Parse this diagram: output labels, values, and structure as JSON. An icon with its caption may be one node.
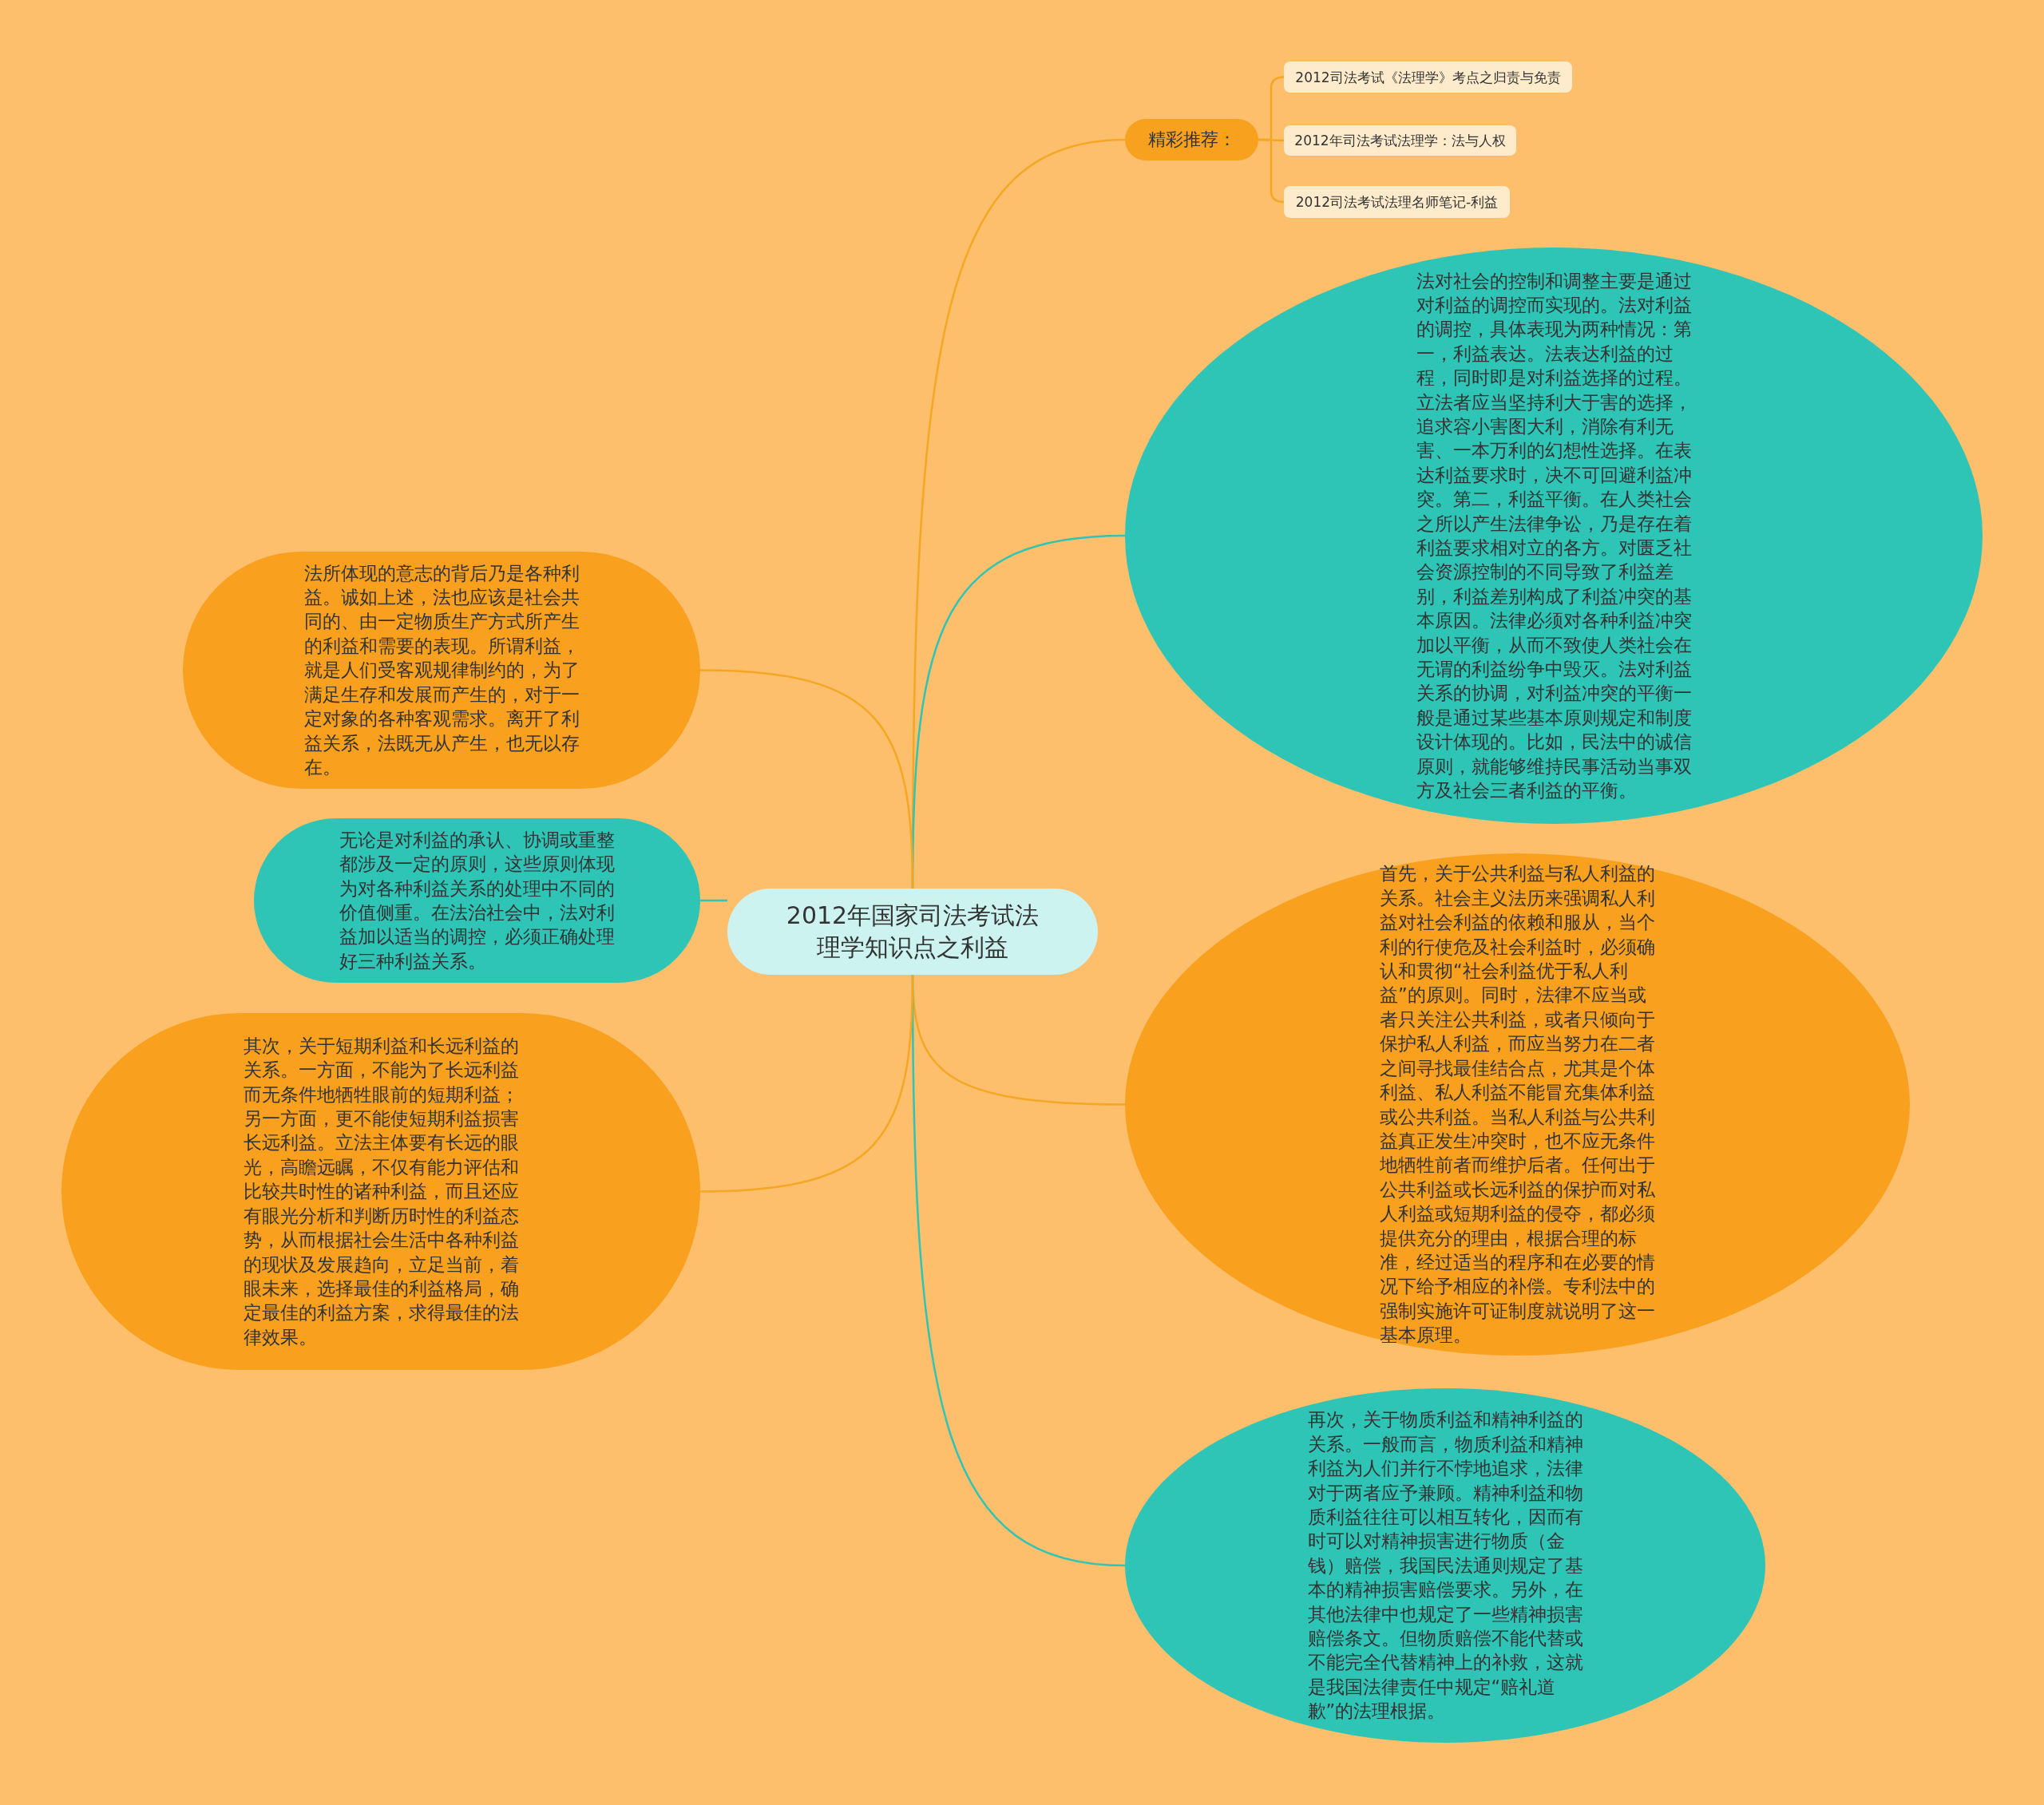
{
  "diagram": {
    "nodes": [
      {
        "text": [
          "2012年国家司法考试法理学知识点之利益"
        ]
      },
      {
        "text": [
          "精彩推荐："
        ]
      },
      {
        "text": [
          "2012司法考试《法理学》考点之归责与免责"
        ]
      },
      {
        "text": [
          "2012年司法考试法理学：法与人权"
        ]
      },
      {
        "text": [
          "2012司法考试法理名师笔记-利益"
        ]
      },
      {
        "text": [
          "法对社会的控制和调整主要是通过对利益的调控而实现的。法对利益的调控，具体表现为两种情况：第一，利益表达。法表达利益的过程，同时即是对利益选择的过程。立法者应当坚持利大于害的选择，追求容小害图大利，消除有利无害、一本万利的幻想性选择。在表达利益要求时，决不可回避利益冲突。第二，利益平衡。在人类社会之所以产生法律争讼，乃是存在着利益要求相对立的各方。对匮乏社会资源控制的不同导致了利益差别，利益差别构成了利益冲突的基本原因。法律必须对各种利益冲突加以平衡，从而不致使人类社会在无谓的利益纷争中毁灭。法对利益关系的协调，对利益冲突的平衡一般是通过某些基本原则规定和制度设计体现的。比如，民法中的诚信原则，就能够维持民事活动当事双方及社会三者利益的平衡。"
        ]
      },
      {
        "text": [
          "首先，关于公共利益与私人利益的关系。社会主义法历来强调私人利益对社会利益的依赖和服从，当个利的行使危及社会利益时，必须确认和贯彻“社会利益优于私人利益”的原则。同时，法律不应当或者只关注公共利益，或者只倾向于保护私人利益，而应当努力在二者之间寻找最佳结合点，尤其是个体利益、私人利益不能冒充集体利益或公共利益。当私人利益与公共利益真正发生冲突时，也不应无条件地牺牲前者而维护后者。任何出于公共利益或长远利益的保护而对私人利益或短期利益的侵夺，都必须提供充分的理由，根据合理的标准，经过适当的程序和在必要的情况下给予相应的补偿。专利法中的强制实施许可证制度就说明了这一基本原理。"
        ]
      },
      {
        "text": [
          "再次，关于物质利益和精神利益的关系。一般而言，物质利益和精神利益为人们并行不悖地追求，法律对于两者应予兼顾。精神利益和物质利益往往可以相互转化，因而有时可以对精神损害进行物质（金钱）赔偿，我国民法通则规定了基本的精神损害赔偿要求。另外，在其他法律中也规定了一些精神损害赔偿条文。但物质赔偿不能代替或不能完全代替精神上的补救，这就是我国法律责任中规定“赔礼道歉”的法理根据。"
        ]
      },
      {
        "text": [
          "法所体现的意志的背后乃是各种利益。诚如上述，法也应该是社会共同的、由一定物质生产方式所产生的利益和需要的表现。所谓利益，就是人们受客观规律制约的，为了满足生存和发展而产生的，对于一定对象的各种客观需求。离开了利益关系，法既无从产生，也无以存在。"
        ]
      },
      {
        "text": [
          "无论是对利益的承认、协调或重整都涉及一定的原则，这些原则体现为对各种利益关系的处理中不同的价值侧重。在法治社会中，法对利益加以适当的调控，必须正确处理好三种利益关系。"
        ]
      },
      {
        "text": [
          "其次，关于短期利益和长远利益的关系。一方面，不能为了长远利益而无条件地牺牲眼前的短期利益；另一方面，更不能使短期利益损害长远利益。立法主体要有长远的眼光，高瞻远瞩，不仅有能力评估和比较共时性的诸种利益，而且还应有眼光分析和判断历时性的利益态势，从而根据社会生活中各种利益的现状及发展趋向，立足当前，着眼未来，选择最佳的利益格局，确定最佳的利益方案，求得最佳的法律效果。"
        ]
      }
    ],
    "edges": [
      {
        "from": 0,
        "to": 1,
        "arrow": "none"
      },
      {
        "from": 1,
        "to": 2,
        "arrow": "none"
      },
      {
        "from": 1,
        "to": 3,
        "arrow": "none"
      },
      {
        "from": 1,
        "to": 4,
        "arrow": "none"
      },
      {
        "from": 0,
        "to": 5,
        "arrow": "none",
        "color": "#2ec4b6"
      },
      {
        "from": 0,
        "to": 6,
        "arrow": "none"
      },
      {
        "from": 0,
        "to": 7,
        "arrow": "none",
        "color": "#2ec4b6"
      },
      {
        "from": 0,
        "to": 8,
        "arrow": "none"
      },
      {
        "from": 0,
        "to": 9,
        "arrow": "none",
        "color": "#2ec4b6"
      },
      {
        "from": 0,
        "to": 10,
        "arrow": "none"
      }
    ]
  }
}
